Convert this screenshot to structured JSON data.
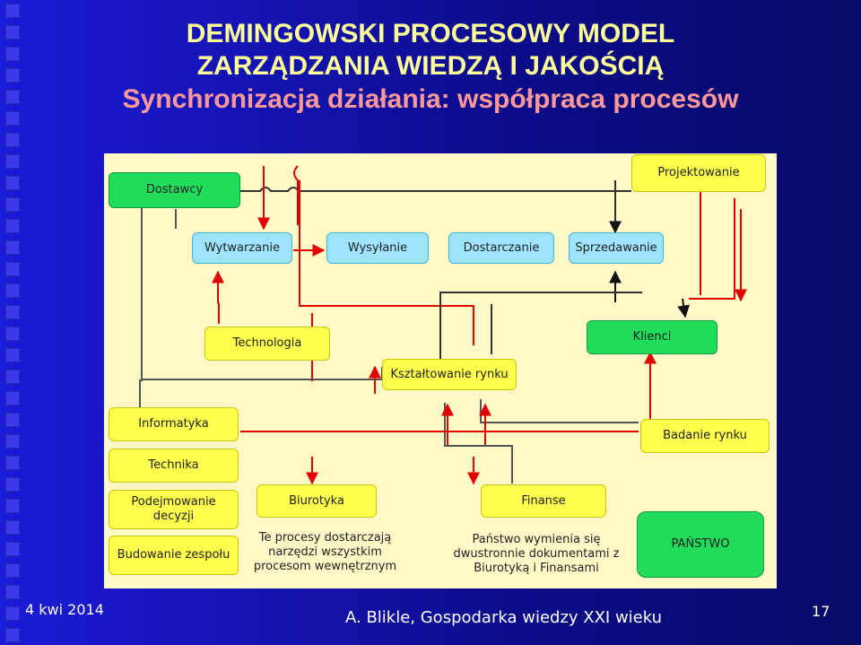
{
  "title": {
    "line1": "DEMINGOWSKI PROCESOWY MODEL",
    "line2": "ZARZĄDZANIA WIEDZĄ I JAKOŚCIĄ",
    "subtitle": "Synchronizacja działania: współpraca procesów"
  },
  "diagram": {
    "dostawcy": "Dostawcy",
    "projektowanie": "Projektowanie",
    "wytwarzanie": "Wytwarzanie",
    "wysylanie": "Wysyłanie",
    "dostarczanie": "Dostarczanie",
    "sprzedawanie": "Sprzedawanie",
    "technologia": "Technologia",
    "klienci": "Klienci",
    "ksztaltowanie": "Kształtowanie rynku",
    "informatyka": "Informatyka",
    "badanie": "Badanie rynku",
    "technika": "Technika",
    "podejmowanie": "Podejmowanie decyzji",
    "biurotyka": "Biurotyka",
    "finanse": "Finanse",
    "budowanie": "Budowanie zespołu",
    "procesy_note": "Te procesy dostarczają narzędzi wszystkim procesom wewnętrznym",
    "panstwo_note": "Państwo wymienia się dwustronnie dokumentami z Biurotyką i Finansami",
    "panstwo": "PAŃSTWO"
  },
  "footer": {
    "date": "4 kwi 2014",
    "author": "A. Blikle, Gospodarka wiedzy XXI wieku",
    "page": "17"
  },
  "colors": {
    "background": "#0c0c8a",
    "title": "#ffff99",
    "subtitle": "#ff9999",
    "panel": "#fff9c8",
    "yellow_box": "#ffff4d",
    "green_box": "#1fdc5a",
    "blue_box": "#9fe4ff",
    "red_arrow": "#e00000",
    "black_line": "#222222",
    "gray_line": "#555555"
  }
}
